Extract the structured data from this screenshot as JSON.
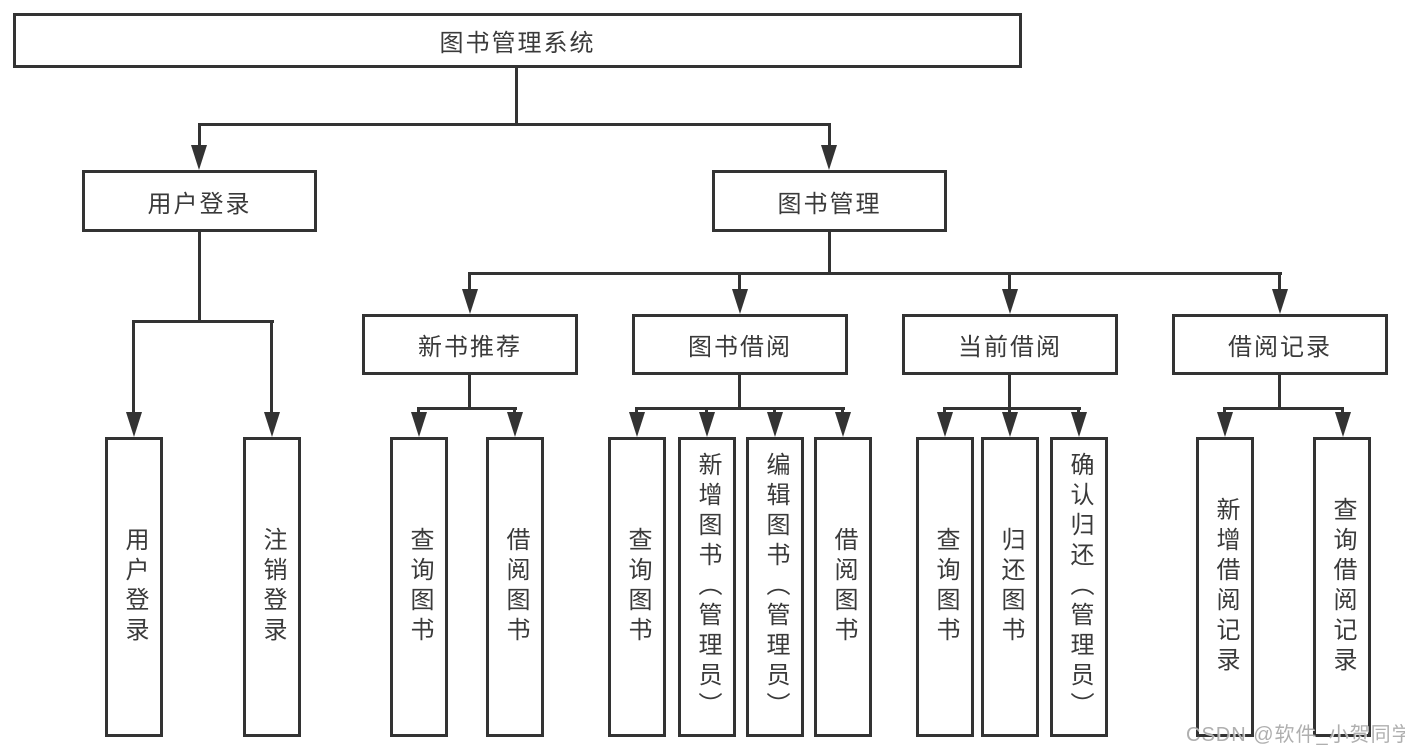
{
  "diagram": {
    "type": "hierarchy-diagram",
    "title": "图书管理系统",
    "watermark": "CSDN @软件_小贺同学",
    "colors": {
      "line": "#333333",
      "box_border": "#333333",
      "text": "#3a3a3a",
      "background": "#ffffff",
      "watermark": "#a8a8a8"
    },
    "nodes": {
      "root": {
        "label": "图书管理系统"
      },
      "level2": [
        {
          "label": "用户登录",
          "parent": "图书管理系统"
        },
        {
          "label": "图书管理",
          "parent": "图书管理系统"
        }
      ],
      "level3": [
        {
          "label": "新书推荐",
          "parent": "图书管理"
        },
        {
          "label": "图书借阅",
          "parent": "图书管理"
        },
        {
          "label": "当前借阅",
          "parent": "图书管理"
        },
        {
          "label": "借阅记录",
          "parent": "图书管理"
        }
      ],
      "leaves": [
        {
          "label": "用户登录",
          "parent": "用户登录"
        },
        {
          "label": "注销登录",
          "parent": "用户登录"
        },
        {
          "label": "查询图书",
          "parent": "新书推荐"
        },
        {
          "label": "借阅图书",
          "parent": "新书推荐"
        },
        {
          "label": "查询图书",
          "parent": "图书借阅"
        },
        {
          "label": "新增图书（管理员）",
          "parent": "图书借阅"
        },
        {
          "label": "编辑图书（管理员）",
          "parent": "图书借阅"
        },
        {
          "label": "借阅图书",
          "parent": "图书借阅"
        },
        {
          "label": "查询图书",
          "parent": "当前借阅"
        },
        {
          "label": "归还图书",
          "parent": "当前借阅"
        },
        {
          "label": "确认归还（管理员）",
          "parent": "当前借阅"
        },
        {
          "label": "新增借阅记录",
          "parent": "借阅记录"
        },
        {
          "label": "查询借阅记录",
          "parent": "借阅记录"
        }
      ]
    }
  }
}
